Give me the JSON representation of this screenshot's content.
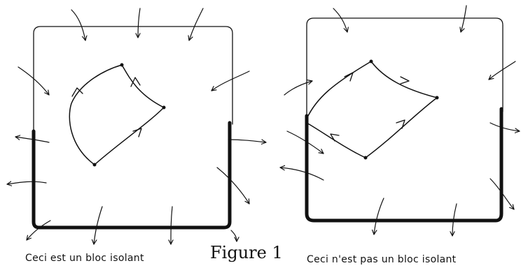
{
  "figure_title": "Figure 1",
  "panels": [
    {
      "caption": "Ceci est un bloc isolant"
    },
    {
      "caption": "Ceci n'est pas un bloc isolant"
    }
  ]
}
